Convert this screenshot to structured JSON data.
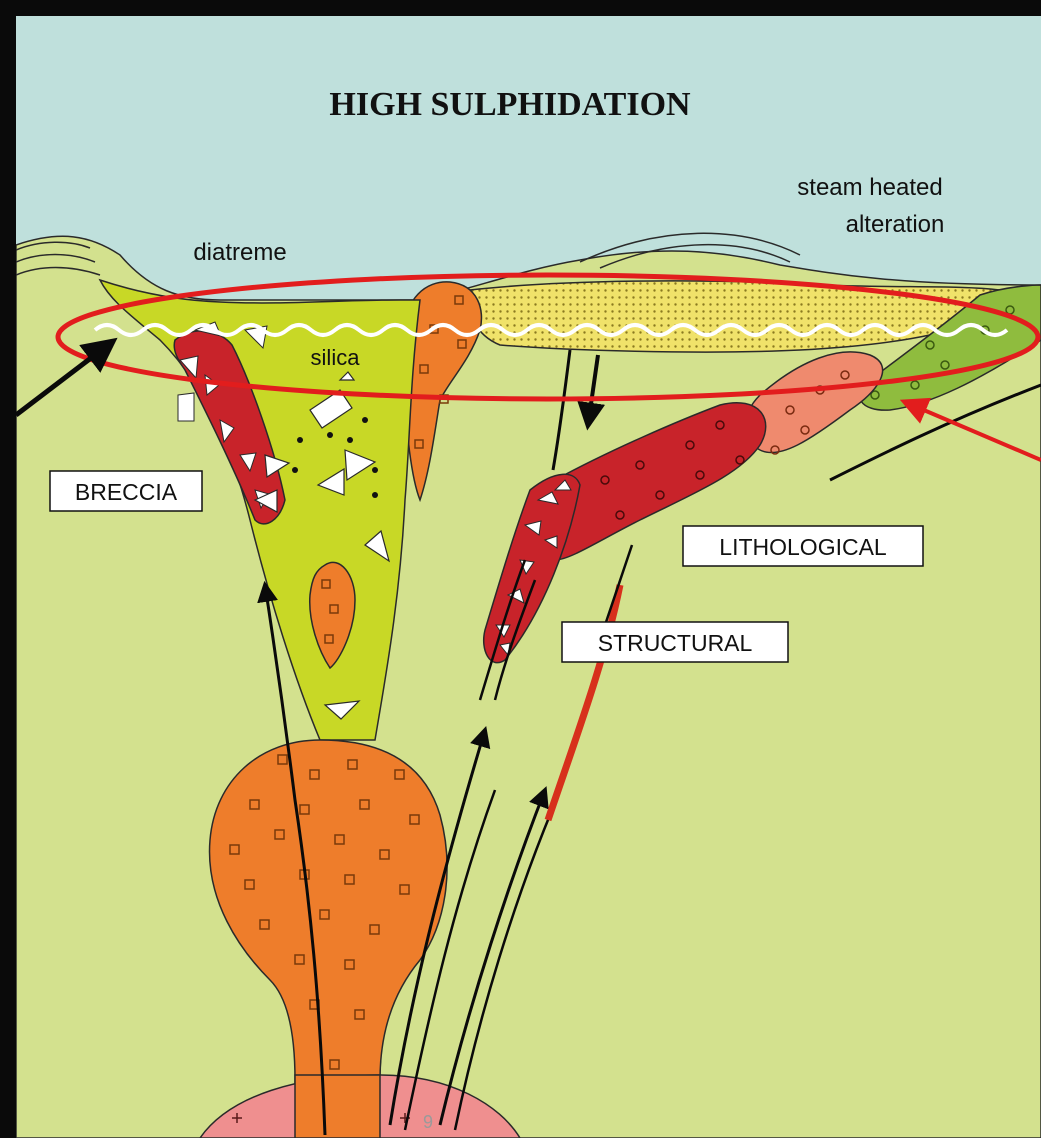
{
  "diagram": {
    "title": "HIGH SULPHIDATION",
    "labels": {
      "steam_line1": "steam heated",
      "steam_line2": "alteration",
      "diatreme": "diatreme",
      "silica": "silica",
      "breccia": "BRECCIA",
      "lithological": "LITHOLOGICAL",
      "structural": "STRUCTURAL",
      "page_number": "9"
    },
    "colors": {
      "sky": "#bfe0dc",
      "host_rock": "#d3e18e",
      "silica_fill": "#c8d826",
      "intrusion_orange": "#ee7d2b",
      "magma_pink": "#ef8f8f",
      "ore_red": "#c8232a",
      "salmon": "#ef8a6e",
      "green_unit": "#8fbc3e",
      "steam_yellow": "#f0e26a",
      "highlight_red": "#e21d1d",
      "frame_black": "#0a0a0a"
    }
  }
}
